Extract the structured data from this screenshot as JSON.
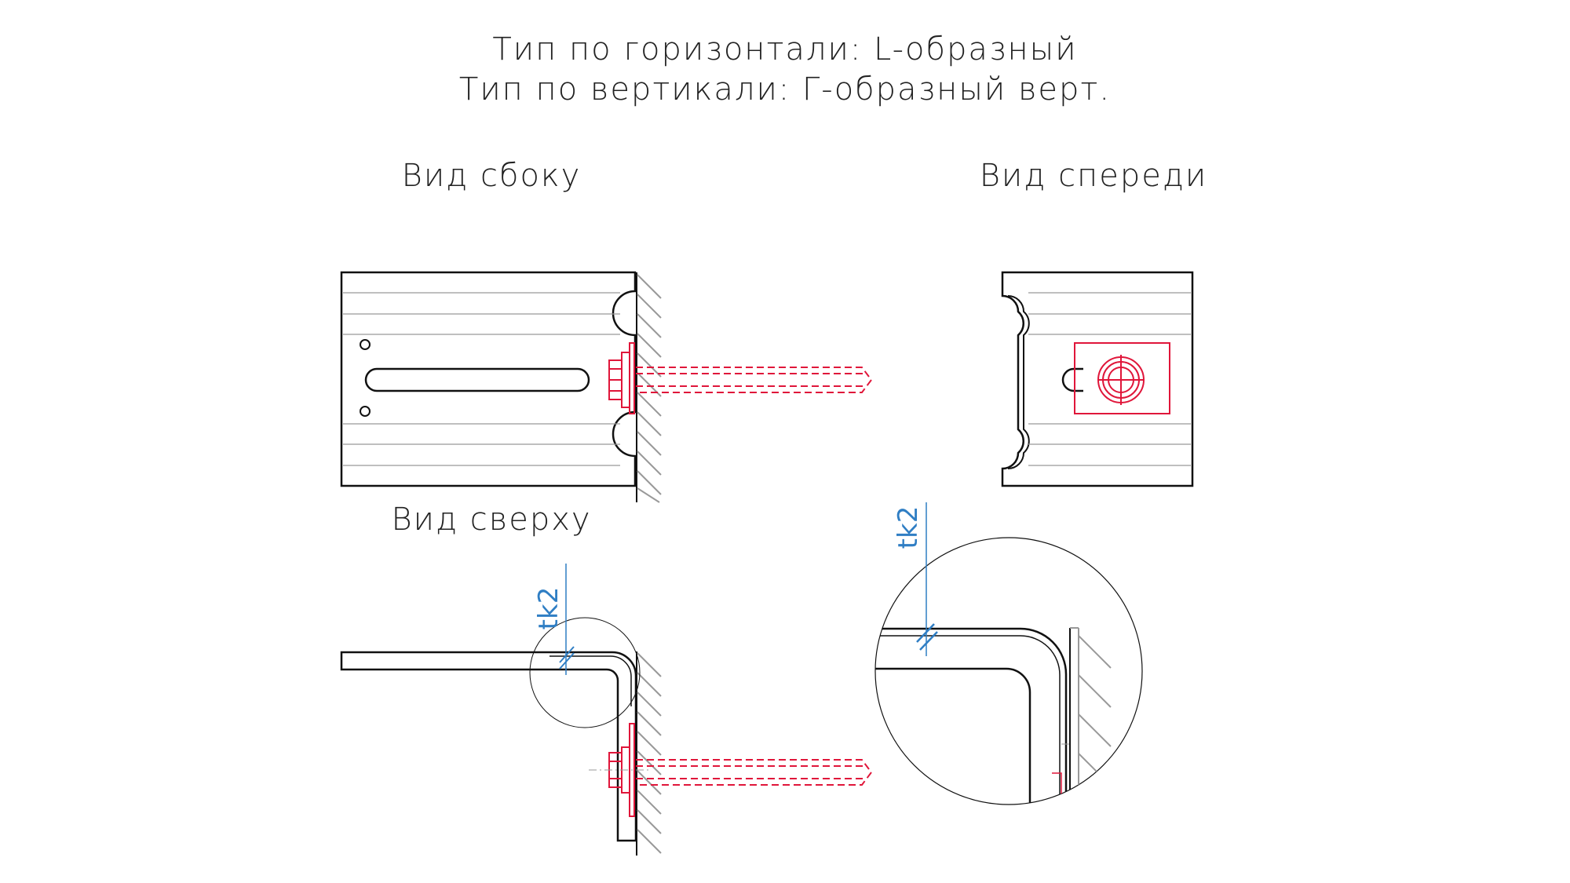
{
  "title": {
    "line1": "Тип по горизонтали: L-образный",
    "line2": "Тип по вертикали: Г-образный верт."
  },
  "views": {
    "side": "Вид сбоку",
    "front": "Вид спереди",
    "top": "Вид сверху"
  },
  "dimension": {
    "thickness_label_top": "tk2",
    "thickness_label_detail": "tk2"
  },
  "colors": {
    "outline": "#111111",
    "hidden": "#999999",
    "fastener": "#e0163a",
    "dimension": "#2f7ec4"
  }
}
